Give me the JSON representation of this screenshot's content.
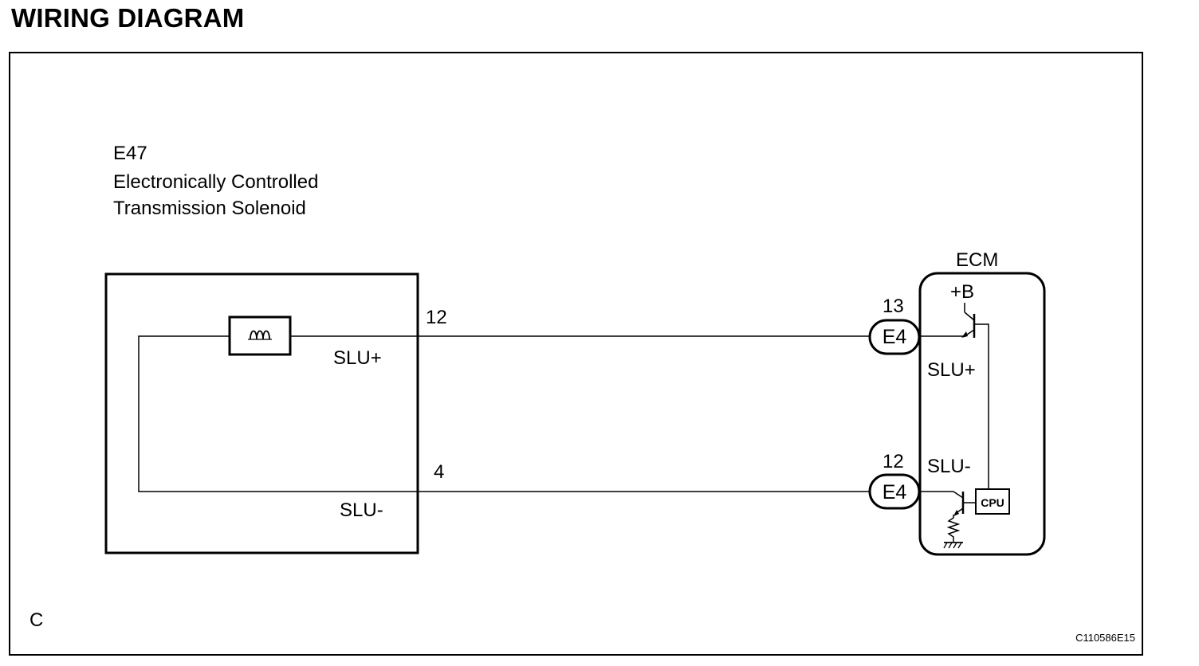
{
  "title": "WIRING DIAGRAM",
  "solenoid": {
    "code": "E47",
    "name_line1": "Electronically Controlled",
    "name_line2": "Transmission Solenoid",
    "terminal_plus_pin": "12",
    "terminal_plus_label": "SLU+",
    "terminal_minus_pin": "4",
    "terminal_minus_label": "SLU-"
  },
  "ecm": {
    "name": "ECM",
    "supply_label": "+B",
    "connector_plus_pin": "13",
    "connector_plus_code": "E4",
    "terminal_plus_label": "SLU+",
    "connector_minus_pin": "12",
    "connector_minus_code": "E4",
    "terminal_minus_label": "SLU-",
    "cpu_label": "CPU"
  },
  "corner_letter": "C",
  "figure_code": "C110586E15",
  "icons": [
    "coil-icon",
    "transistor-icon",
    "resistor-icon",
    "ground-icon",
    "cpu-chip-icon"
  ]
}
